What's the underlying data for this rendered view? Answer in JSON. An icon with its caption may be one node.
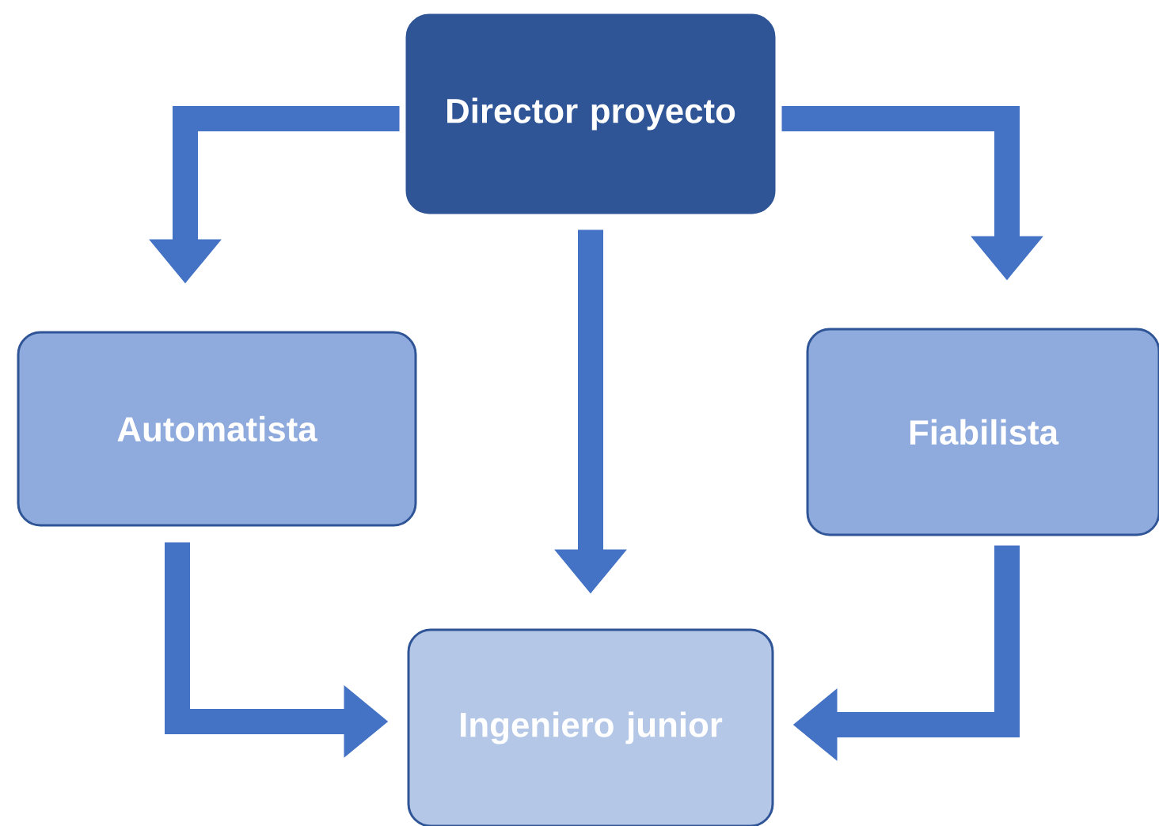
{
  "diagram": {
    "nodes": [
      {
        "text": [
          "Director proyecto"
        ]
      },
      {
        "text": [
          "Automatista"
        ]
      },
      {
        "text": [
          "Fiabilista"
        ]
      },
      {
        "text": [
          "Ingeniero junior"
        ]
      }
    ],
    "edges": [
      {
        "from": 0,
        "to": 1,
        "arrow": "to"
      },
      {
        "from": 0,
        "to": 2,
        "arrow": "to"
      },
      {
        "from": 0,
        "to": 3,
        "arrow": "to"
      },
      {
        "from": 1,
        "to": 3,
        "arrow": "to"
      },
      {
        "from": 2,
        "to": 3,
        "arrow": "to"
      }
    ]
  }
}
